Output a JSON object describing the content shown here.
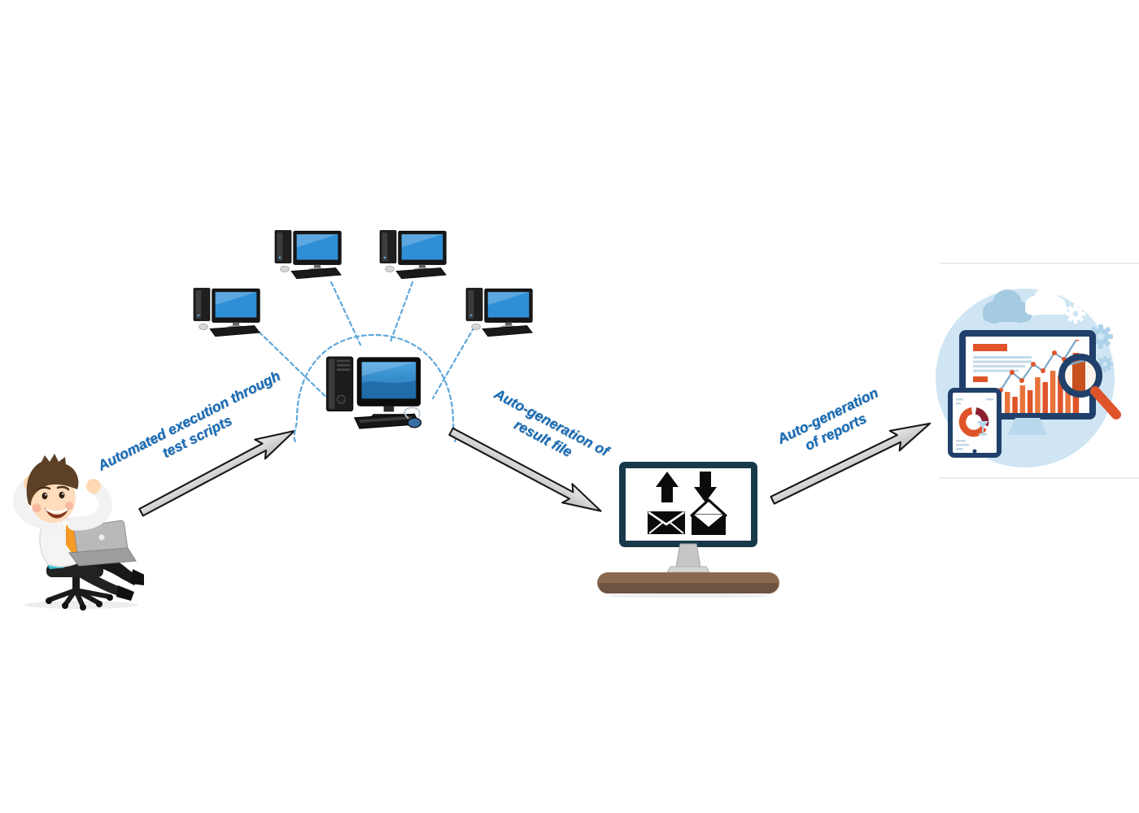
{
  "diagram_labels": {
    "arrow_execution": {
      "line1": "Automated execution through",
      "line2": "test scripts"
    },
    "arrow_result": {
      "line1": "Auto-generation of",
      "line2": "result file"
    },
    "arrow_reports": {
      "line1": "Auto-generation",
      "line2": "of reports"
    }
  },
  "icons": {
    "person": "relaxed-tester-with-laptop",
    "cluster": [
      "workstation-icon",
      "workstation-icon",
      "workstation-icon",
      "workstation-icon",
      "server-icon",
      "network-dome-icon"
    ],
    "result_screen": [
      "upload-arrow-icon",
      "download-arrow-icon",
      "closed-envelope-icon",
      "open-envelope-icon"
    ],
    "reports_illustration": [
      "cloud-icon",
      "gear-icon",
      "report-screen-icon",
      "bar-chart-icon",
      "trend-line-icon",
      "pie-chart-tablet-icon",
      "magnifier-icon"
    ]
  },
  "colors": {
    "label_blue": "#176cb8",
    "arrow_fill": "#d9d9d9",
    "arrow_outline": "#1a1a1a",
    "connector_blue": "#5fa8dc",
    "screen_blue": "#2f8fd6",
    "result_monitor_frame": "#17394a",
    "desk_brown": "#8a6850",
    "illustration_navy": "#20406b",
    "illustration_orange": "#e0542a",
    "illustration_bg_blue": "#cfe5f3",
    "tie_orange": "#f59a23",
    "chair_teal": "#38c1d2"
  }
}
